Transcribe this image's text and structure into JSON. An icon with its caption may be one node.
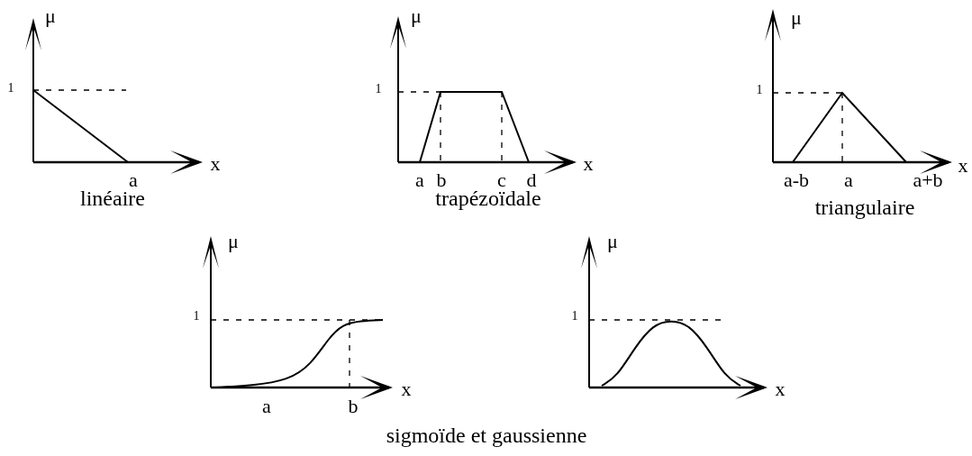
{
  "diagram": {
    "labels": [
      "μ",
      "1",
      "a",
      "x",
      "linéaire",
      "μ",
      "1",
      "a",
      "b",
      "c",
      "d",
      "x",
      "trapézoïdale",
      "μ",
      "1",
      "a-b",
      "a",
      "a+b",
      "x",
      "triangulaire",
      "μ",
      "1",
      "a",
      "b",
      "x",
      "μ",
      "1",
      "x",
      "sigmoïde et gaussienne"
    ]
  }
}
